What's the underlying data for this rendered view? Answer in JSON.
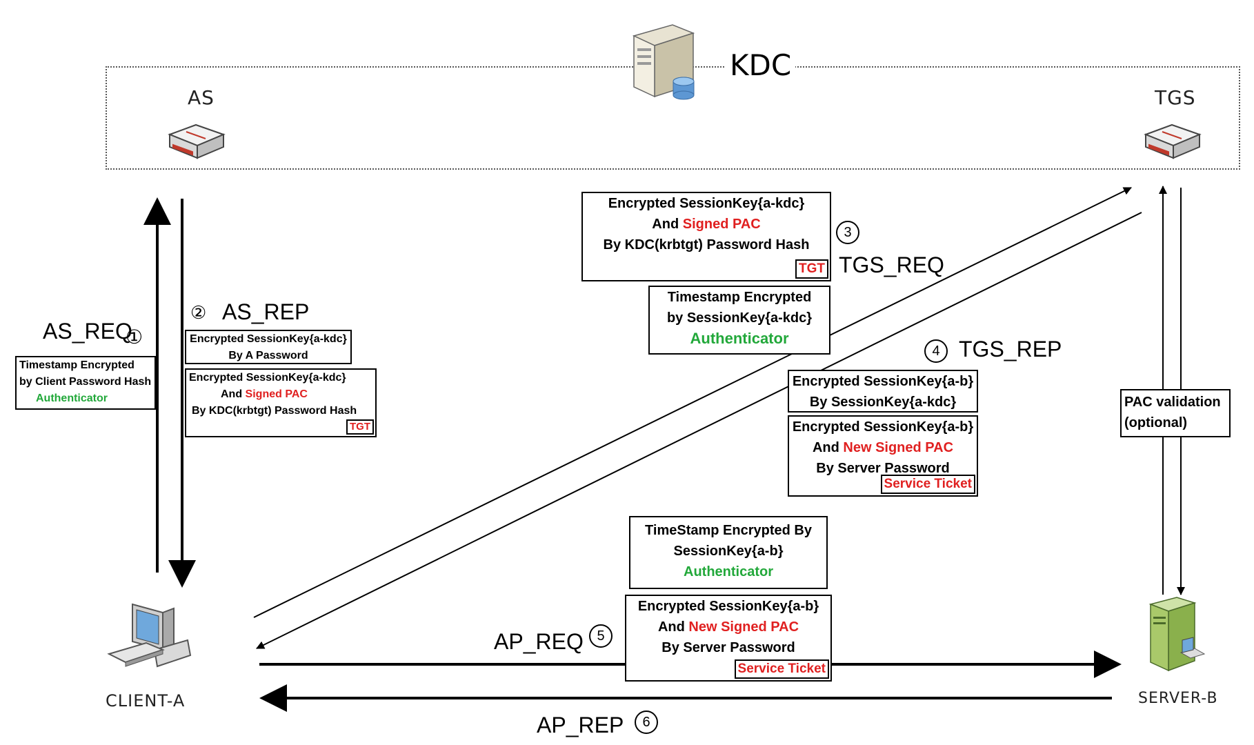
{
  "nodes": {
    "kdc": "KDC",
    "as": "AS",
    "tgs": "TGS",
    "client": "CLIENT-A",
    "server": "SERVER-B"
  },
  "steps": {
    "as_req": {
      "label": "AS_REQ",
      "num": "①"
    },
    "as_rep": {
      "label": "AS_REP",
      "num": "②"
    },
    "tgs_req": {
      "label": "TGS_REQ",
      "num": "3"
    },
    "tgs_rep": {
      "label": "TGS_REP",
      "num": "4"
    },
    "ap_req": {
      "label": "AP_REQ",
      "num": "5"
    },
    "ap_rep": {
      "label": "AP_REP",
      "num": "6"
    }
  },
  "boxes": {
    "as_req_auth": {
      "l1": "Timestamp Encrypted",
      "l2": "by Client Password Hash",
      "l3": "Authenticator"
    },
    "as_rep_key": {
      "l1": "Encrypted SessionKey{a-kdc}",
      "l2": "By A Password"
    },
    "as_rep_tgt": {
      "l1": "Encrypted SessionKey{a-kdc}",
      "l2a": "And ",
      "l2b": "Signed PAC",
      "l3": "By KDC(krbtgt) Password Hash",
      "tag": "TGT"
    },
    "tgs_req_tgt": {
      "l1": "Encrypted SessionKey{a-kdc}",
      "l2a": "And ",
      "l2b": "Signed PAC",
      "l3": "By KDC(krbtgt) Password Hash",
      "tag": "TGT"
    },
    "tgs_req_auth": {
      "l1": "Timestamp Encrypted",
      "l2": "by  SessionKey{a-kdc}",
      "l3": "Authenticator"
    },
    "tgs_rep_key": {
      "l1": "Encrypted SessionKey{a-b}",
      "l2": "By SessionKey{a-kdc}"
    },
    "tgs_rep_ticket": {
      "l1": "Encrypted SessionKey{a-b}",
      "l2a": "And ",
      "l2b": "New Signed PAC",
      "l3": "By Server Password",
      "tag": "Service Ticket"
    },
    "ap_req_auth": {
      "l1": "TimeStamp Encrypted By",
      "l2": "SessionKey{a-b}",
      "l3": "Authenticator"
    },
    "ap_req_ticket": {
      "l1": "Encrypted SessionKey{a-b}",
      "l2a": "And ",
      "l2b": "New Signed PAC",
      "l3": "By Server Password",
      "tag": "Service Ticket"
    },
    "pac": {
      "l1": "PAC validation",
      "l2": "(optional)"
    }
  },
  "colors": {
    "highlight": "#e02020",
    "authenticator": "#22a83a"
  }
}
